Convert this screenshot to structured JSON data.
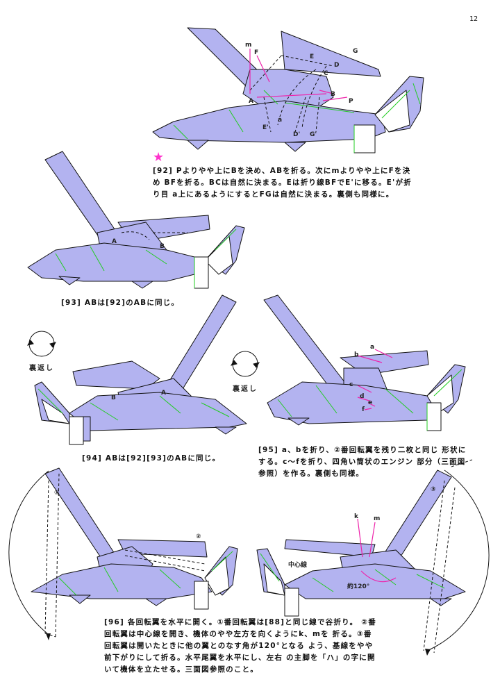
{
  "page_number": "12",
  "star_icon": "star-icon",
  "colors": {
    "paper": "#b3b3f0",
    "crease_green": "#22cc22",
    "annotation_pink": "#ee22aa",
    "outline": "#111111"
  },
  "step92": {
    "caption": "[92] Pよりやや上にBを決め、ABを折る。次にmよりやや上にFを決め BFを折る。BCは自然に決まる。Eは折り線BFでE'に移る。E'が折り目 a上にあるようにするとFGは自然に決まる。裏側も同様に。",
    "labels": {
      "m": "m",
      "F": "F",
      "E": "E",
      "G": "G",
      "C": "C",
      "D": "D",
      "A": "A",
      "B": "B",
      "P": "P",
      "E2": "E'",
      "a": "a",
      "D2": "D'",
      "G2": "G'"
    }
  },
  "step93": {
    "caption": "[93] ABは[92]のABに同じ。",
    "labels": {
      "A": "A",
      "B": "B"
    }
  },
  "step94": {
    "caption": "[94] ABは[92][93]のABに同じ。",
    "flip_label": "裏返し",
    "labels": {
      "A": "A",
      "B": "B"
    }
  },
  "step95": {
    "caption": "[95] a、bを折り、②番回転翼を残り二枚と同じ 形状にする。c～fを折り、四角い筒状のエンジン 部分（三面図参照）を作る。裏側も同様。",
    "flip_label": "裏返し",
    "labels": {
      "a": "a",
      "b": "b",
      "c": "c",
      "d": "d",
      "e": "e",
      "f": "f"
    }
  },
  "step96": {
    "caption": "[96] 各回転翼を水平に開く。①番回転翼は[88]と同じ線で谷折り。 ②番回転翼は中心線を開き、機体のやや左方を向くようにk、mを 折る。③番回転翼は開いたときに他の翼とのなす角が120°となる よう、基線をやや前下がりにして折る。水平尾翼を水平にし、左右 の主脚を「ハ」の字に開いて機体を立たせる。三面図参照のこと。",
    "labels": {
      "rotor1": "①",
      "rotor2": "②",
      "rotor3": "③",
      "center_line": "中心線",
      "k": "k",
      "m": "m",
      "angle": "約120°"
    }
  }
}
